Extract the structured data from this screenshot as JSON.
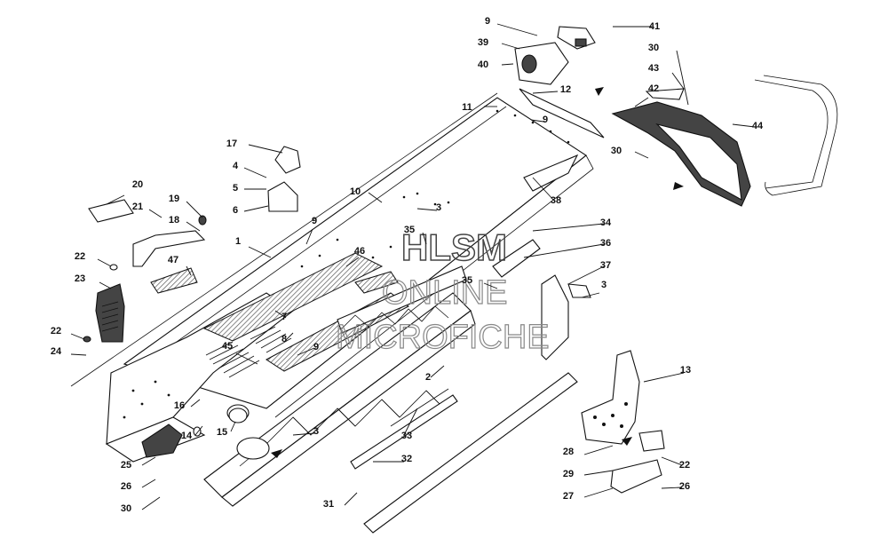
{
  "watermark": {
    "line1": "HLSM",
    "line2": "ONLINE",
    "line3": "MICROFICHE"
  },
  "callouts": [
    {
      "id": "c9a",
      "label": "9"
    },
    {
      "id": "c41",
      "label": "41"
    },
    {
      "id": "c39",
      "label": "39"
    },
    {
      "id": "c30a",
      "label": "30"
    },
    {
      "id": "c40",
      "label": "40"
    },
    {
      "id": "c43",
      "label": "43"
    },
    {
      "id": "c12",
      "label": "12"
    },
    {
      "id": "c42",
      "label": "42"
    },
    {
      "id": "c11",
      "label": "11"
    },
    {
      "id": "c9b",
      "label": "9"
    },
    {
      "id": "c44",
      "label": "44"
    },
    {
      "id": "c30b",
      "label": "30"
    },
    {
      "id": "c17",
      "label": "17"
    },
    {
      "id": "c4",
      "label": "4"
    },
    {
      "id": "c5",
      "label": "5"
    },
    {
      "id": "c6",
      "label": "6"
    },
    {
      "id": "c10",
      "label": "10"
    },
    {
      "id": "c38",
      "label": "38"
    },
    {
      "id": "c20",
      "label": "20"
    },
    {
      "id": "c19",
      "label": "19"
    },
    {
      "id": "c21",
      "label": "21"
    },
    {
      "id": "c18",
      "label": "18"
    },
    {
      "id": "c3a",
      "label": "3"
    },
    {
      "id": "c9c",
      "label": "9"
    },
    {
      "id": "c34",
      "label": "34"
    },
    {
      "id": "c35a",
      "label": "35"
    },
    {
      "id": "c1",
      "label": "1"
    },
    {
      "id": "c36",
      "label": "36"
    },
    {
      "id": "c22a",
      "label": "22"
    },
    {
      "id": "c47",
      "label": "47"
    },
    {
      "id": "c46",
      "label": "46"
    },
    {
      "id": "c37",
      "label": "37"
    },
    {
      "id": "c23",
      "label": "23"
    },
    {
      "id": "c35b",
      "label": "35"
    },
    {
      "id": "c3b",
      "label": "3"
    },
    {
      "id": "c7",
      "label": "7"
    },
    {
      "id": "c22b",
      "label": "22"
    },
    {
      "id": "c8",
      "label": "8"
    },
    {
      "id": "c24",
      "label": "24"
    },
    {
      "id": "c45",
      "label": "45"
    },
    {
      "id": "c9d",
      "label": "9"
    },
    {
      "id": "c13",
      "label": "13"
    },
    {
      "id": "c2",
      "label": "2"
    },
    {
      "id": "c16",
      "label": "16"
    },
    {
      "id": "c14",
      "label": "14"
    },
    {
      "id": "c15",
      "label": "15"
    },
    {
      "id": "c3c",
      "label": "3"
    },
    {
      "id": "c33",
      "label": "33"
    },
    {
      "id": "c28",
      "label": "28"
    },
    {
      "id": "c25",
      "label": "25"
    },
    {
      "id": "c32",
      "label": "32"
    },
    {
      "id": "c29",
      "label": "29"
    },
    {
      "id": "c22c",
      "label": "22"
    },
    {
      "id": "c26a",
      "label": "26"
    },
    {
      "id": "c27",
      "label": "27"
    },
    {
      "id": "c26b",
      "label": "26"
    },
    {
      "id": "c30c",
      "label": "30"
    },
    {
      "id": "c31",
      "label": "31"
    }
  ]
}
